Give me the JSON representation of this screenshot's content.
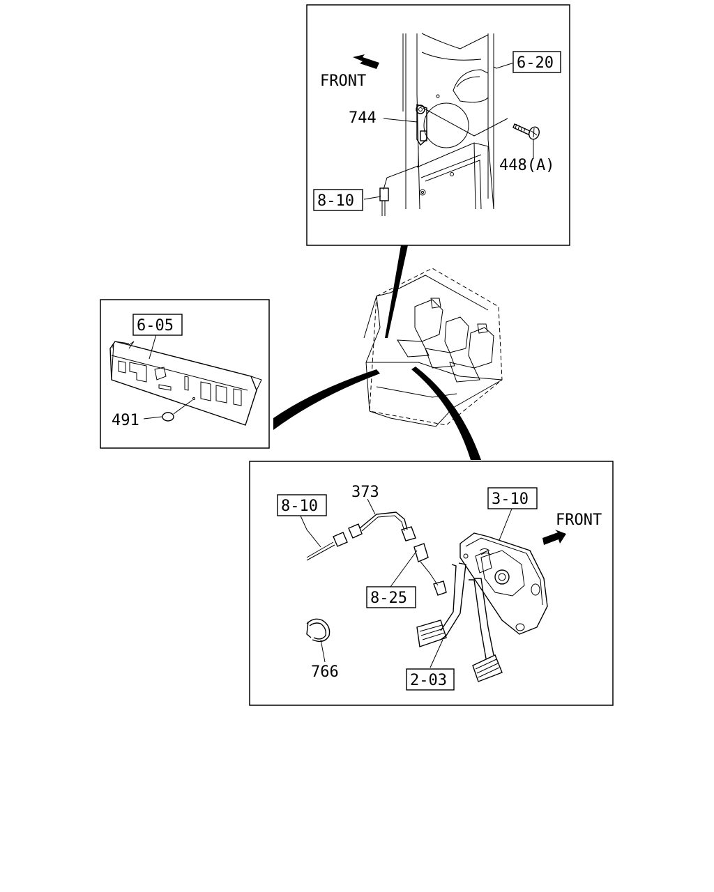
{
  "diagram": {
    "top_panel": {
      "front": "FRONT",
      "ref_620": "6-20",
      "part_744": "744",
      "part_448a": "448(A)",
      "ref_810": "8-10"
    },
    "left_panel": {
      "ref_605": "6-05",
      "part_491": "491"
    },
    "bottom_panel": {
      "ref_810": "8-10",
      "part_373": "373",
      "ref_310": "3-10",
      "front": "FRONT",
      "ref_825": "8-25",
      "part_766": "766",
      "ref_203": "2-03"
    }
  }
}
